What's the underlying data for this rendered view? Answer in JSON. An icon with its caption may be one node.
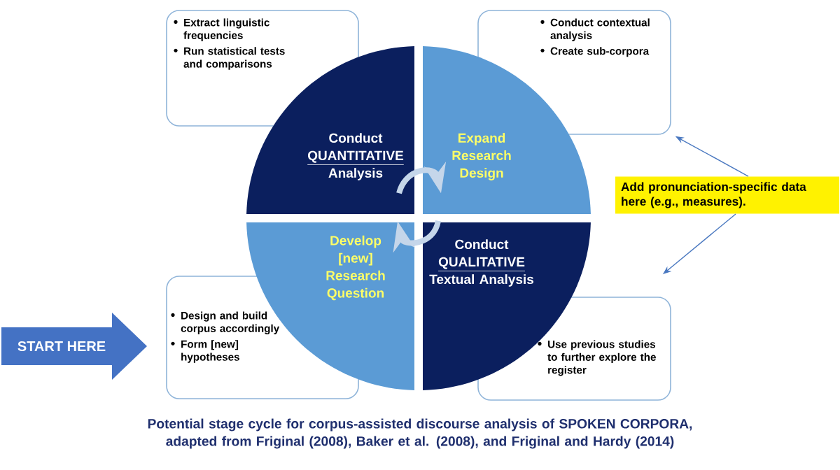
{
  "diagram": {
    "caption": "Potential stage cycle for corpus-assisted discourse analysis of SPOKEN CORPORA, adapted from Friginal (2008), Baker et al. (2008), and Friginal and Hardy (2014)",
    "nodes": [
      {
        "text": [
          "Extract  linguistic frequencies",
          "Run statistical tests and comparisons"
        ]
      },
      {
        "text": [
          "Conduct contextual analysis",
          "Create sub-corpora"
        ]
      },
      {
        "text": [
          "Design and build corpus accordingly",
          "Form [new] hypotheses"
        ]
      },
      {
        "text": [
          "Use previous studies to further explore the register"
        ]
      },
      {
        "text": [
          "Conduct",
          "QUANTITATIVE",
          "Analysis"
        ]
      },
      {
        "text": [
          "Expand Research Design"
        ]
      },
      {
        "text": [
          "Develop [new] Research Question"
        ]
      },
      {
        "text": [
          "Conduct",
          "QUALITATIVE",
          "Textual Analysis"
        ]
      },
      {
        "text": [
          "Add pronunciation-specific data here (e.g., measures)."
        ]
      },
      {
        "text": [
          "START HERE"
        ]
      }
    ],
    "edges": [
      {
        "from": 4,
        "to": 5,
        "arrow": "to",
        "style": "thick",
        "color": "#c5d6ea"
      },
      {
        "from": 7,
        "to": 6,
        "arrow": "to",
        "style": "thick",
        "color": "#c5d6ea"
      },
      {
        "from": 8,
        "to": 1,
        "arrow": "to",
        "color": "#4a78c0"
      },
      {
        "from": 8,
        "to": 3,
        "arrow": "to",
        "color": "#4a78c0"
      }
    ]
  }
}
